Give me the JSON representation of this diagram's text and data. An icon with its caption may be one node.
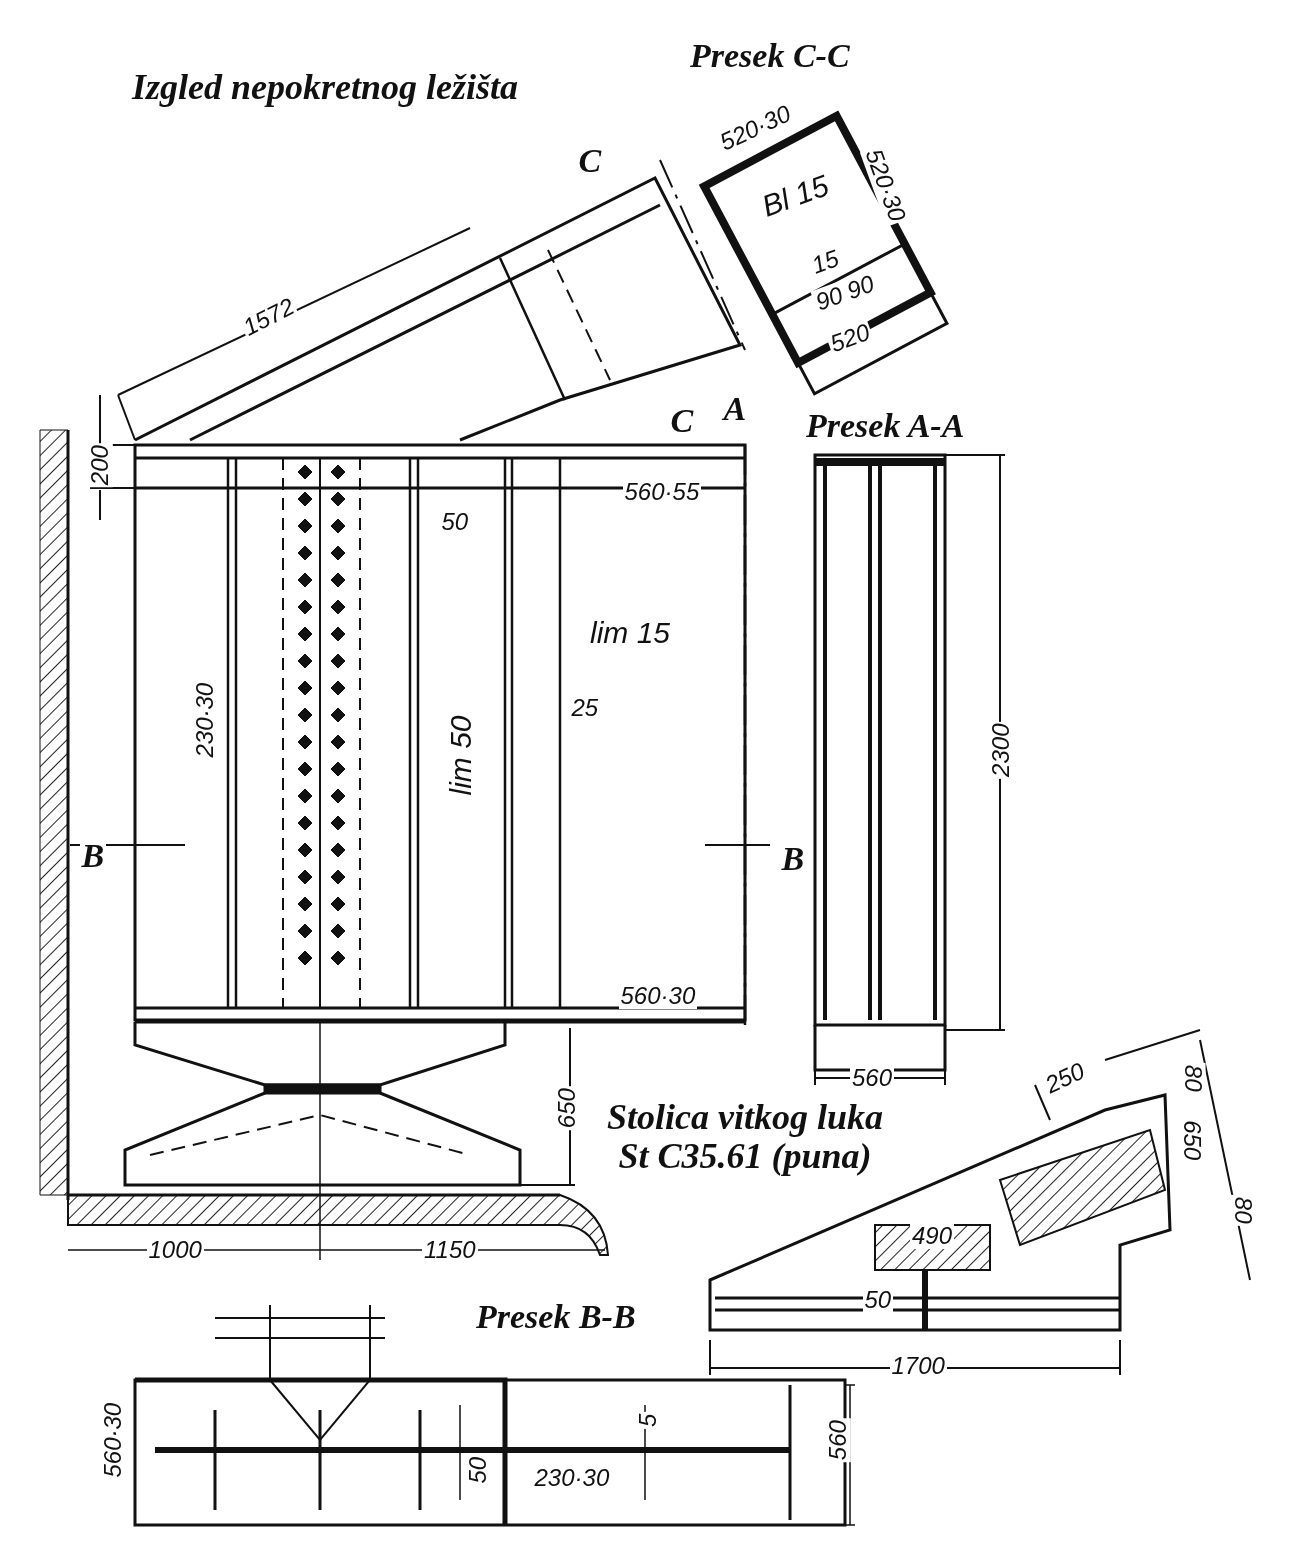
{
  "diagram": {
    "labels": [
      "Izgled nepokretnog ležišta",
      "Presek C-C",
      "C",
      "520·30",
      "Bl 15",
      "520·30",
      "15",
      "90 90",
      "520",
      "1572",
      "C",
      "A",
      "Presek A-A",
      "200",
      "50",
      "560·55",
      "lim 15",
      "25",
      "230·30",
      "lim 50",
      "2300",
      "B",
      "B",
      "560·30",
      "650",
      "560",
      "Stolica vitkog luka St C35.61 (puna)",
      "250",
      "80",
      "650",
      "80",
      "490",
      "50",
      "1000",
      "1150",
      "1700",
      "Presek B-B",
      "560·30",
      "5",
      "50",
      "230·30",
      "560"
    ]
  }
}
